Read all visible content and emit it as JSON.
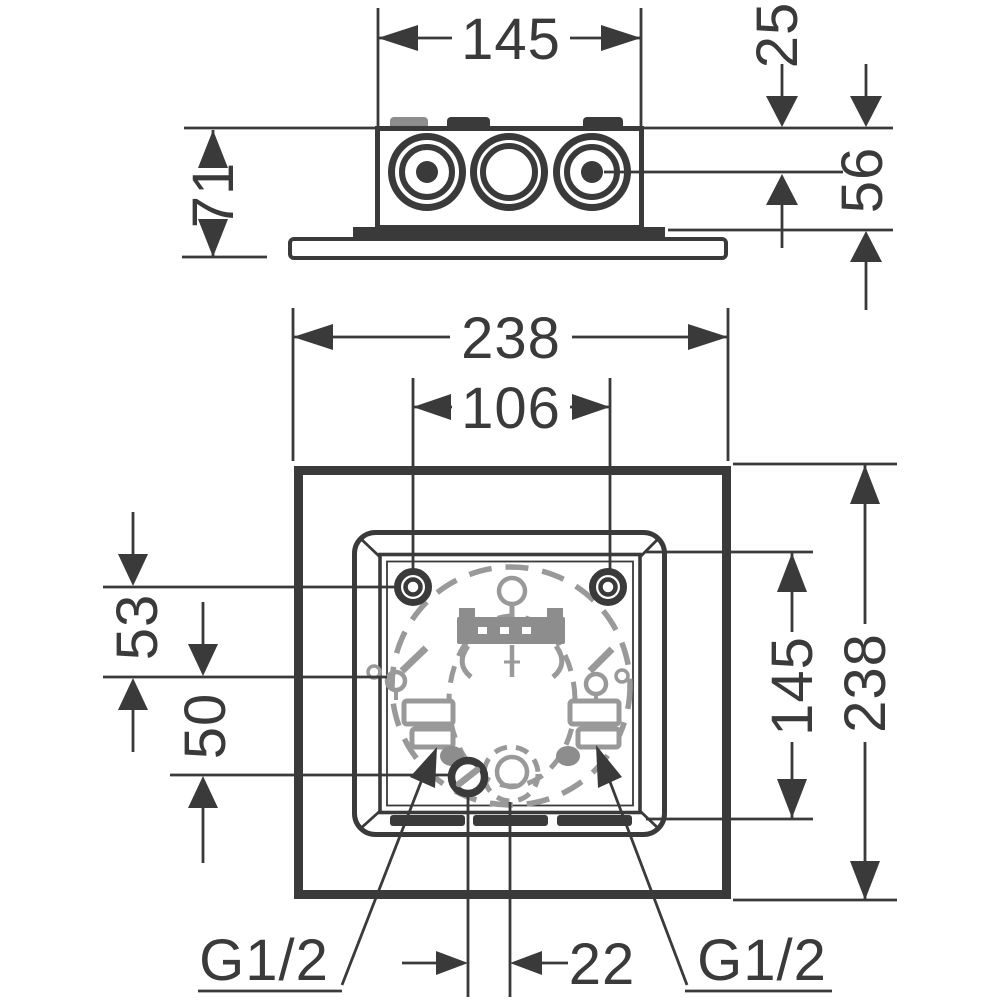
{
  "figure_type": "installation-dimension-drawing",
  "side_view": {
    "width": "145",
    "top_offset": "25",
    "total_depth": "71",
    "body_depth": "56"
  },
  "front_view": {
    "outer_width": "238",
    "screw_spacing": "106",
    "upper_offset": "53",
    "lower_offset": "50",
    "cutout_size": "145",
    "outer_height": "238",
    "center_offset": "22",
    "thread_left": "G1/2",
    "thread_right": "G1/2"
  },
  "colors": {
    "line": "#3a3a3a",
    "gray": "#999999",
    "gray_fill": "#8d8d8d",
    "background": "#ffffff"
  }
}
